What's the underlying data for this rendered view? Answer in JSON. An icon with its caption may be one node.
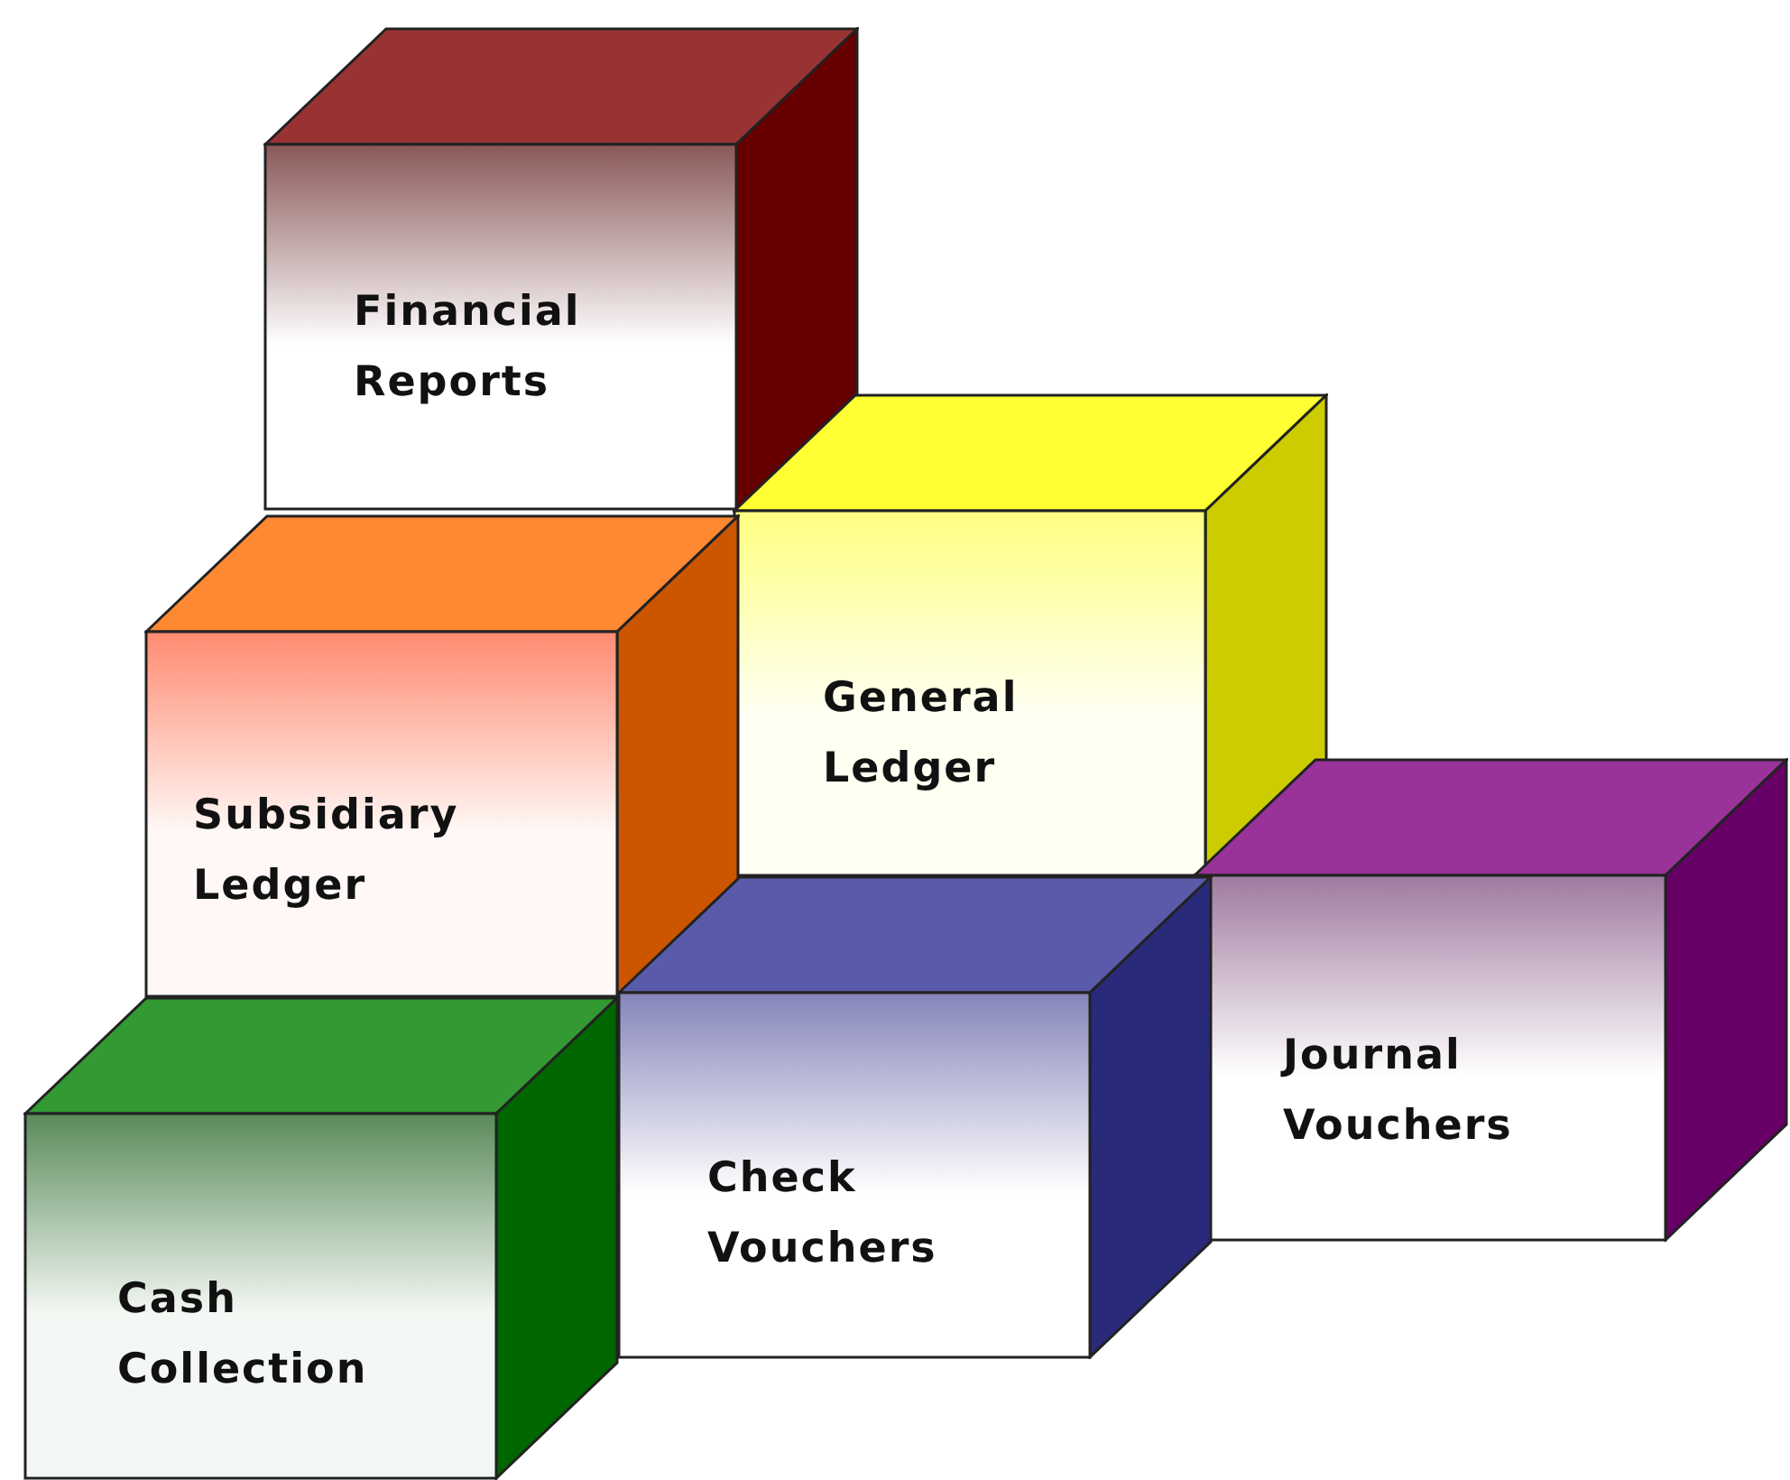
{
  "diagram": {
    "nodes": [
      {
        "text": [
          "Financial Reports"
        ]
      },
      {
        "text": [
          "General Ledger"
        ]
      },
      {
        "text": [
          "Subsidiary Ledger"
        ]
      },
      {
        "text": [
          "Journal Vouchers"
        ]
      },
      {
        "text": [
          "Check Vouchers"
        ]
      },
      {
        "text": [
          "Cash Collection"
        ]
      }
    ]
  }
}
